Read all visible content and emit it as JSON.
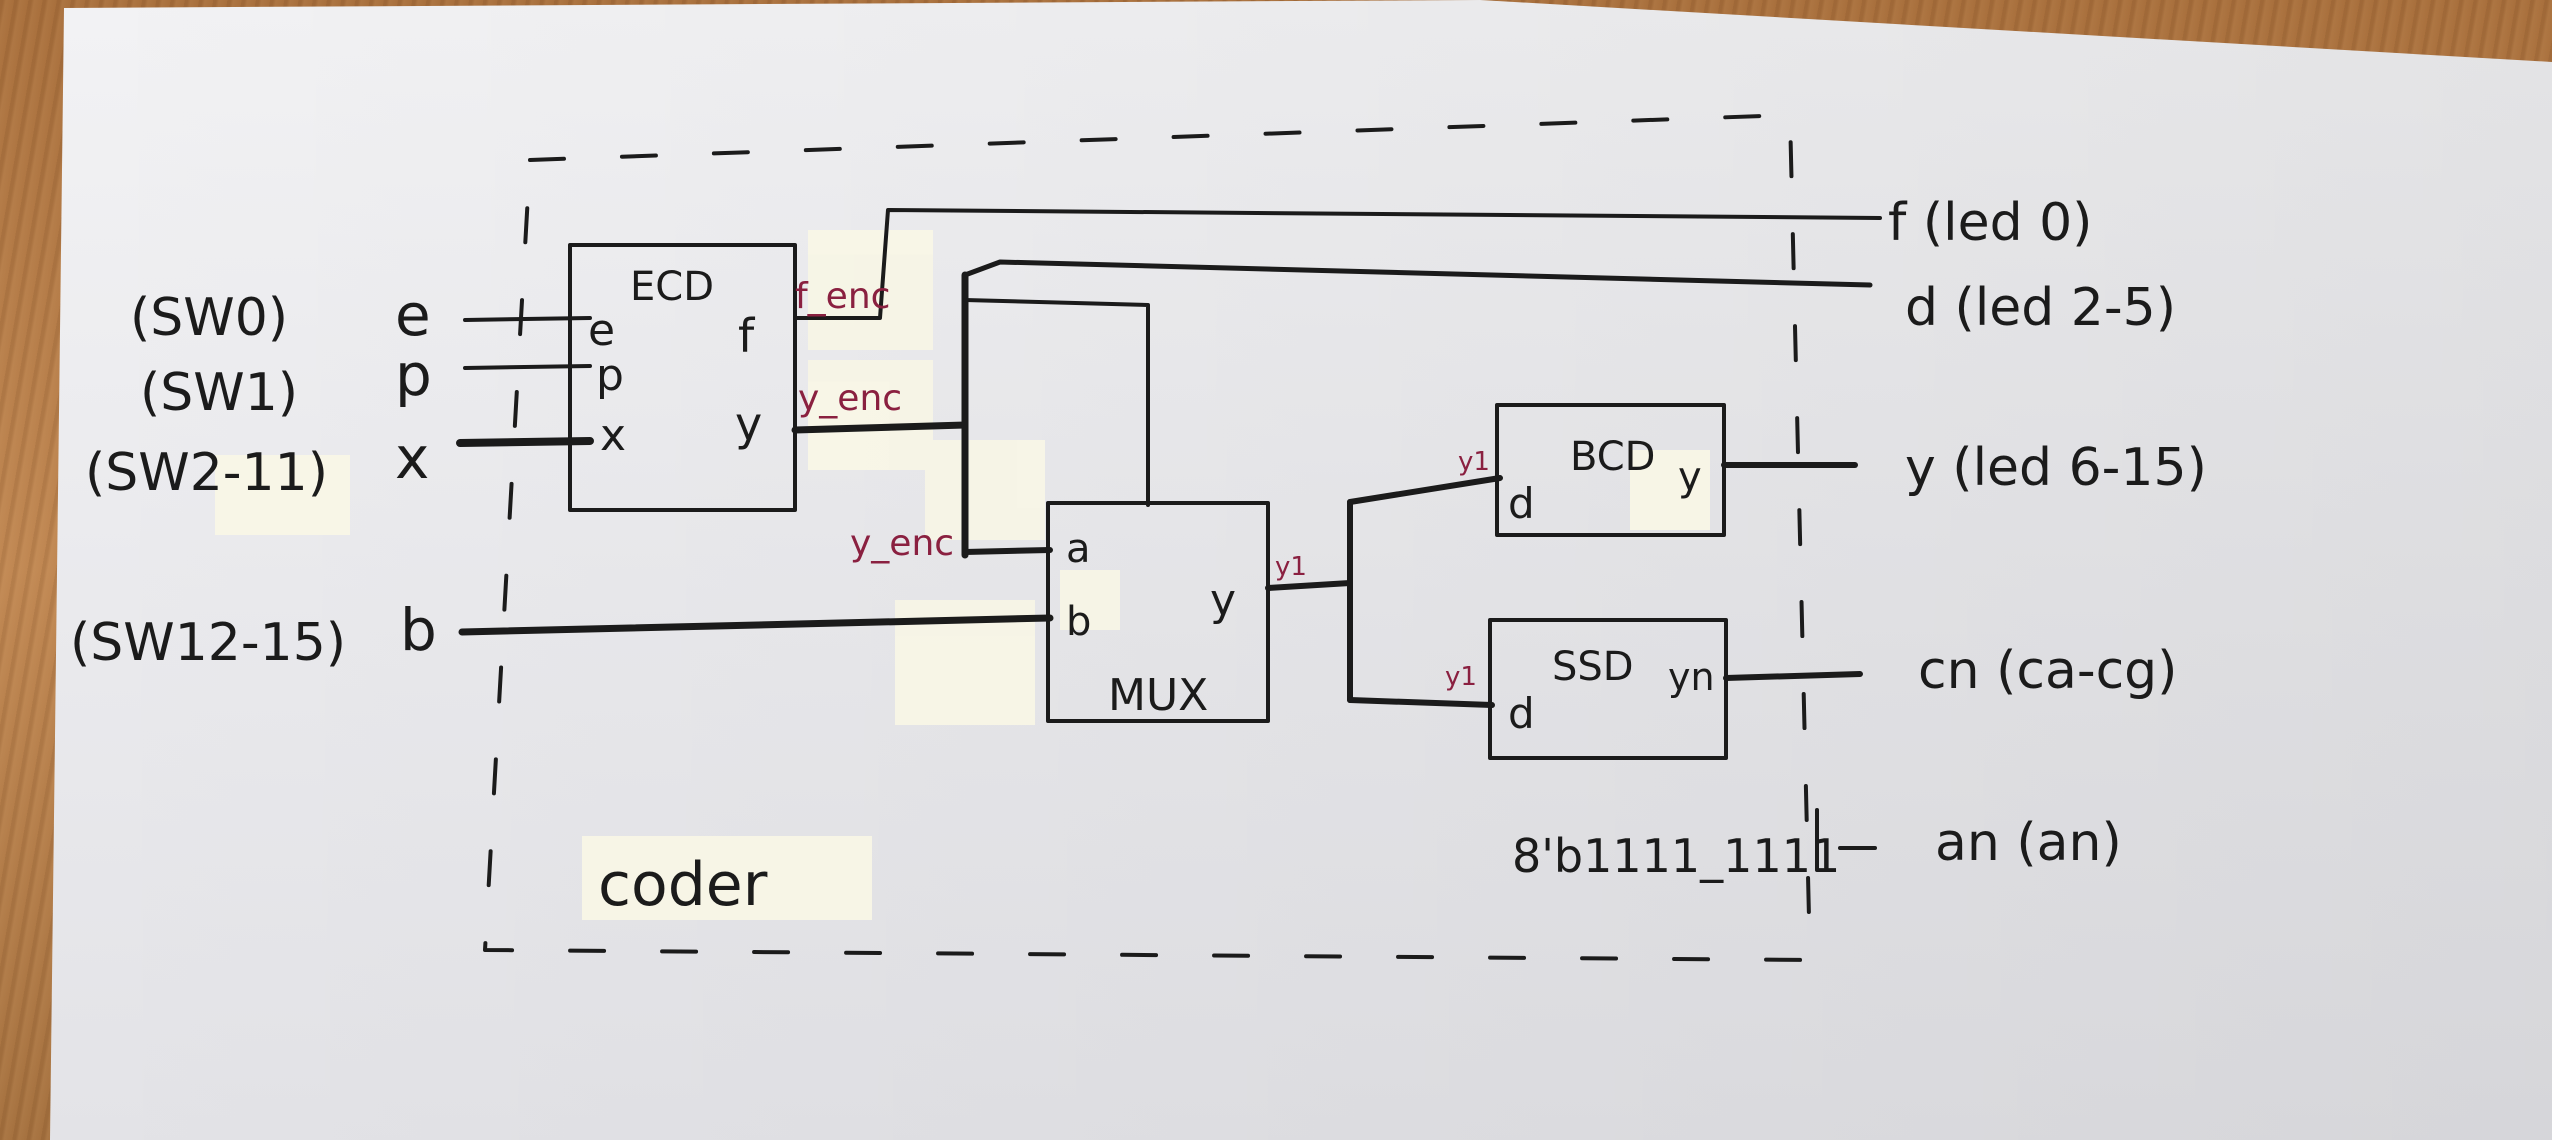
{
  "boundary": {
    "label": "coder"
  },
  "blocks": {
    "ecd": {
      "title": "ECD",
      "ports_in": [
        "e",
        "p",
        "x"
      ],
      "ports_out": [
        "f",
        "y"
      ]
    },
    "mux": {
      "title": "MUX",
      "ports_in": [
        "a",
        "b"
      ],
      "port_out": "y"
    },
    "bcd": {
      "title": "BCD",
      "port_in": "d",
      "port_out": "y"
    },
    "ssd": {
      "title": "SSD",
      "port_in": "d",
      "port_out": "yn"
    }
  },
  "inputs": [
    {
      "switch": "(SW0)",
      "signal": "e"
    },
    {
      "switch": "(SW1)",
      "signal": "p"
    },
    {
      "switch": "(SW2-11)",
      "signal": "x"
    },
    {
      "switch": "(SW12-15)",
      "signal": "b"
    }
  ],
  "outputs": [
    {
      "label": "f (led 0)"
    },
    {
      "label": "d (led 2-5)"
    },
    {
      "label": "y (led 6-15)"
    },
    {
      "label": "cn (ca-cg)"
    },
    {
      "label": "an (an)"
    }
  ],
  "wire_labels": {
    "f_enc": "f_enc",
    "y_enc": "y_enc",
    "y_enc_mux": "y_enc",
    "mux_out": "y1",
    "bcd_in": "y1",
    "ssd_in": "y1"
  },
  "constant": "8'b1111_1111"
}
